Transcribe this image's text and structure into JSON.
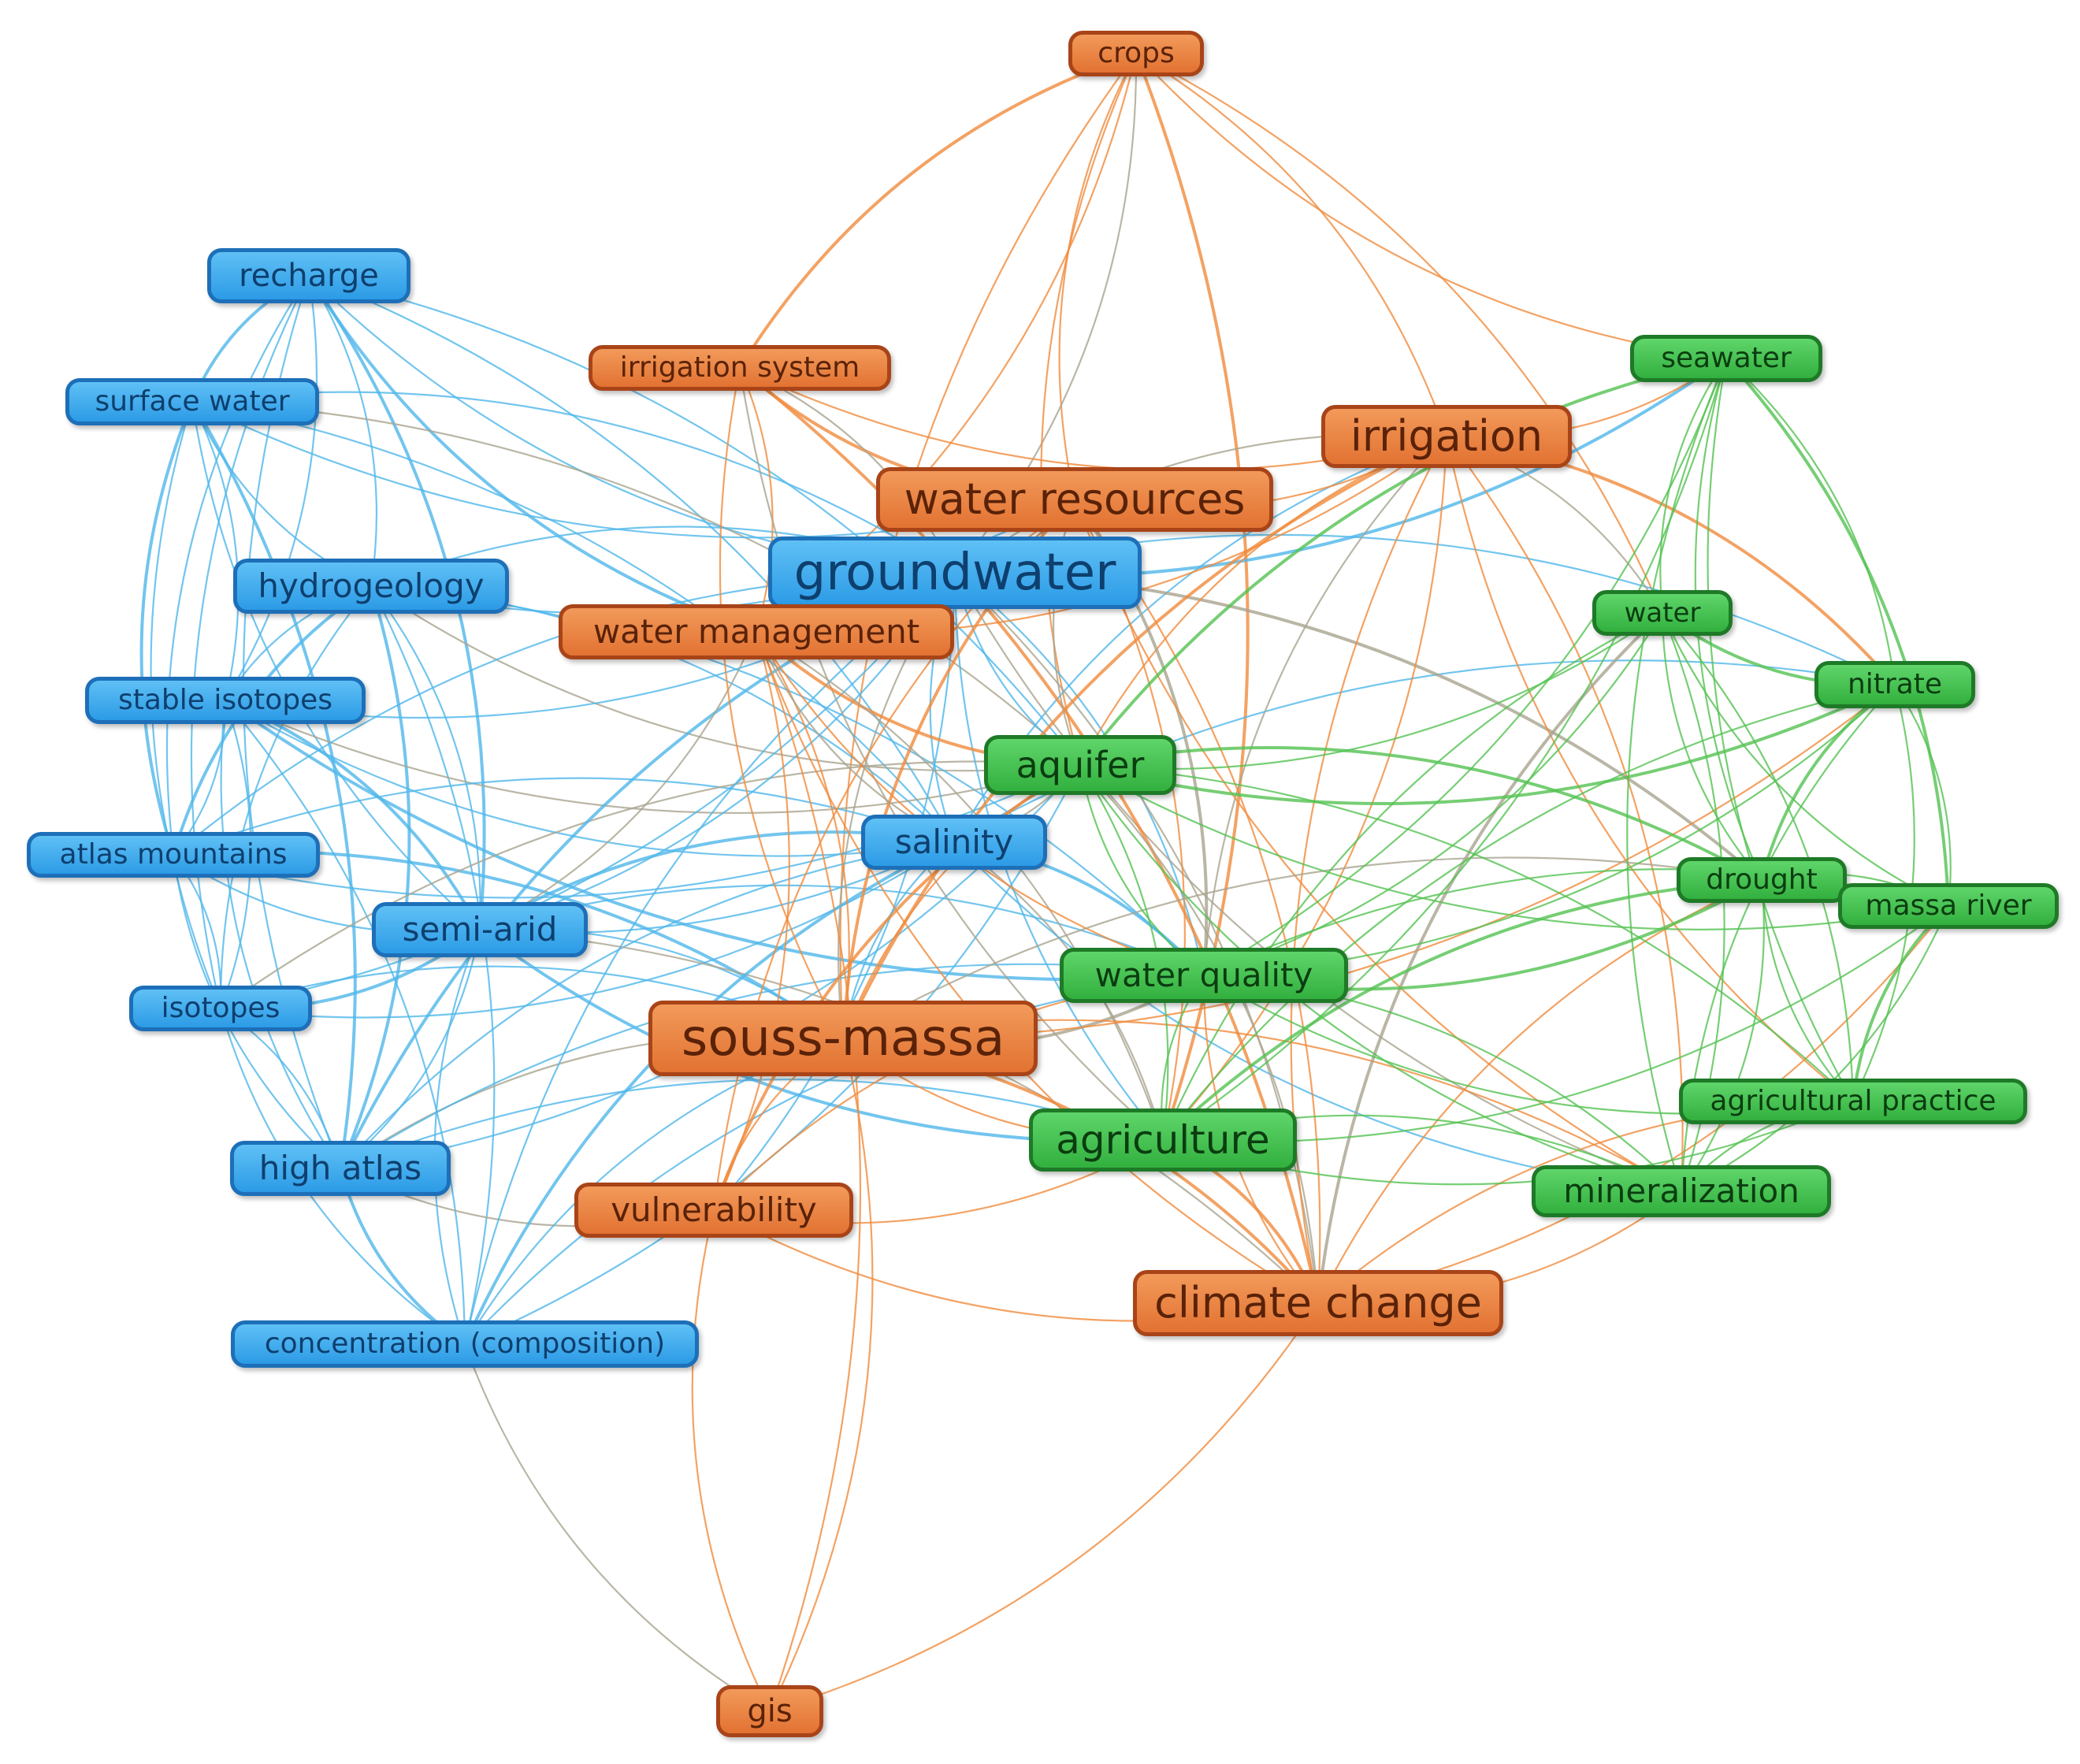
{
  "colors": {
    "blue": "#3aabef",
    "orange": "#ef8641",
    "green": "#47c651",
    "edge_blue": "#4fb7ea",
    "edge_orange": "#f08b3c",
    "edge_green": "#54c251",
    "edge_mixed": "#a9a48f"
  },
  "nodes": [
    {
      "id": "crops",
      "label": "crops",
      "cluster": "orange"
    },
    {
      "id": "recharge",
      "label": "recharge",
      "cluster": "blue"
    },
    {
      "id": "irrigation_system",
      "label": "irrigation system",
      "cluster": "orange"
    },
    {
      "id": "seawater",
      "label": "seawater",
      "cluster": "green"
    },
    {
      "id": "surface_water",
      "label": "surface water",
      "cluster": "blue"
    },
    {
      "id": "irrigation",
      "label": "irrigation",
      "cluster": "orange"
    },
    {
      "id": "water_resources",
      "label": "water resources",
      "cluster": "orange"
    },
    {
      "id": "groundwater",
      "label": "groundwater",
      "cluster": "blue"
    },
    {
      "id": "hydrogeology",
      "label": "hydrogeology",
      "cluster": "blue"
    },
    {
      "id": "water",
      "label": "water",
      "cluster": "green"
    },
    {
      "id": "water_management",
      "label": "water management",
      "cluster": "orange"
    },
    {
      "id": "nitrate",
      "label": "nitrate",
      "cluster": "green"
    },
    {
      "id": "stable_isotopes",
      "label": "stable isotopes",
      "cluster": "blue"
    },
    {
      "id": "aquifer",
      "label": "aquifer",
      "cluster": "green"
    },
    {
      "id": "salinity",
      "label": "salinity",
      "cluster": "blue"
    },
    {
      "id": "atlas_mountains",
      "label": "atlas mountains",
      "cluster": "blue"
    },
    {
      "id": "drought",
      "label": "drought",
      "cluster": "green"
    },
    {
      "id": "massa_river",
      "label": "massa river",
      "cluster": "green"
    },
    {
      "id": "semi_arid",
      "label": "semi-arid",
      "cluster": "blue"
    },
    {
      "id": "water_quality",
      "label": "water quality",
      "cluster": "green"
    },
    {
      "id": "isotopes",
      "label": "isotopes",
      "cluster": "blue"
    },
    {
      "id": "souss_massa",
      "label": "souss-massa",
      "cluster": "orange"
    },
    {
      "id": "agricultural_practice",
      "label": "agricultural practice",
      "cluster": "green"
    },
    {
      "id": "agriculture",
      "label": "agriculture",
      "cluster": "green"
    },
    {
      "id": "high_atlas",
      "label": "high atlas",
      "cluster": "blue"
    },
    {
      "id": "mineralization",
      "label": "mineralization",
      "cluster": "green"
    },
    {
      "id": "vulnerability",
      "label": "vulnerability",
      "cluster": "orange"
    },
    {
      "id": "climate_change",
      "label": "climate change",
      "cluster": "orange"
    },
    {
      "id": "concentration",
      "label": "concentration (composition)",
      "cluster": "blue"
    },
    {
      "id": "gis",
      "label": "gis",
      "cluster": "orange"
    }
  ],
  "edges": [
    [
      "crops",
      "irrigation_system"
    ],
    [
      "crops",
      "irrigation"
    ],
    [
      "crops",
      "water_resources"
    ],
    [
      "crops",
      "groundwater"
    ],
    [
      "crops",
      "seawater"
    ],
    [
      "crops",
      "agriculture"
    ],
    [
      "crops",
      "souss_massa"
    ],
    [
      "crops",
      "water"
    ],
    [
      "crops",
      "aquifer"
    ],
    [
      "crops",
      "water_management"
    ],
    [
      "recharge",
      "surface_water"
    ],
    [
      "recharge",
      "hydrogeology"
    ],
    [
      "recharge",
      "groundwater"
    ],
    [
      "recharge",
      "stable_isotopes"
    ],
    [
      "recharge",
      "isotopes"
    ],
    [
      "recharge",
      "semi_arid"
    ],
    [
      "recharge",
      "high_atlas"
    ],
    [
      "recharge",
      "salinity"
    ],
    [
      "recharge",
      "atlas_mountains"
    ],
    [
      "recharge",
      "aquifer"
    ],
    [
      "recharge",
      "water_management"
    ],
    [
      "surface_water",
      "groundwater"
    ],
    [
      "surface_water",
      "hydrogeology"
    ],
    [
      "surface_water",
      "stable_isotopes"
    ],
    [
      "surface_water",
      "isotopes"
    ],
    [
      "surface_water",
      "high_atlas"
    ],
    [
      "surface_water",
      "semi_arid"
    ],
    [
      "surface_water",
      "aquifer"
    ],
    [
      "surface_water",
      "water_resources"
    ],
    [
      "surface_water",
      "salinity"
    ],
    [
      "surface_water",
      "atlas_mountains"
    ],
    [
      "hydrogeology",
      "groundwater"
    ],
    [
      "hydrogeology",
      "stable_isotopes"
    ],
    [
      "hydrogeology",
      "semi_arid"
    ],
    [
      "hydrogeology",
      "isotopes"
    ],
    [
      "hydrogeology",
      "high_atlas"
    ],
    [
      "hydrogeology",
      "aquifer"
    ],
    [
      "hydrogeology",
      "salinity"
    ],
    [
      "hydrogeology",
      "water_resources"
    ],
    [
      "hydrogeology",
      "concentration"
    ],
    [
      "hydrogeology",
      "atlas_mountains"
    ],
    [
      "hydrogeology",
      "water_quality"
    ],
    [
      "stable_isotopes",
      "groundwater"
    ],
    [
      "stable_isotopes",
      "isotopes"
    ],
    [
      "stable_isotopes",
      "high_atlas"
    ],
    [
      "stable_isotopes",
      "semi_arid"
    ],
    [
      "stable_isotopes",
      "salinity"
    ],
    [
      "stable_isotopes",
      "atlas_mountains"
    ],
    [
      "stable_isotopes",
      "aquifer"
    ],
    [
      "stable_isotopes",
      "concentration"
    ],
    [
      "stable_isotopes",
      "water_quality"
    ],
    [
      "atlas_mountains",
      "groundwater"
    ],
    [
      "atlas_mountains",
      "high_atlas"
    ],
    [
      "atlas_mountains",
      "isotopes"
    ],
    [
      "atlas_mountains",
      "semi_arid"
    ],
    [
      "atlas_mountains",
      "souss_massa"
    ],
    [
      "atlas_mountains",
      "aquifer"
    ],
    [
      "atlas_mountains",
      "salinity"
    ],
    [
      "isotopes",
      "groundwater"
    ],
    [
      "isotopes",
      "high_atlas"
    ],
    [
      "isotopes",
      "semi_arid"
    ],
    [
      "isotopes",
      "souss_massa"
    ],
    [
      "isotopes",
      "salinity"
    ],
    [
      "isotopes",
      "aquifer"
    ],
    [
      "isotopes",
      "concentration"
    ],
    [
      "high_atlas",
      "groundwater"
    ],
    [
      "high_atlas",
      "semi_arid"
    ],
    [
      "high_atlas",
      "salinity"
    ],
    [
      "high_atlas",
      "aquifer"
    ],
    [
      "high_atlas",
      "souss_massa"
    ],
    [
      "high_atlas",
      "concentration"
    ],
    [
      "high_atlas",
      "water_quality"
    ],
    [
      "high_atlas",
      "vulnerability"
    ],
    [
      "high_atlas",
      "agriculture"
    ],
    [
      "semi_arid",
      "groundwater"
    ],
    [
      "semi_arid",
      "salinity"
    ],
    [
      "semi_arid",
      "aquifer"
    ],
    [
      "semi_arid",
      "souss_massa"
    ],
    [
      "semi_arid",
      "water_management"
    ],
    [
      "semi_arid",
      "water_quality"
    ],
    [
      "semi_arid",
      "agriculture"
    ],
    [
      "semi_arid",
      "climate_change"
    ],
    [
      "semi_arid",
      "concentration"
    ],
    [
      "salinity",
      "groundwater"
    ],
    [
      "salinity",
      "aquifer"
    ],
    [
      "salinity",
      "water_quality"
    ],
    [
      "salinity",
      "souss_massa"
    ],
    [
      "salinity",
      "agriculture"
    ],
    [
      "salinity",
      "mineralization"
    ],
    [
      "salinity",
      "nitrate"
    ],
    [
      "salinity",
      "concentration"
    ],
    [
      "salinity",
      "irrigation"
    ],
    [
      "groundwater",
      "water_resources"
    ],
    [
      "groundwater",
      "irrigation"
    ],
    [
      "groundwater",
      "aquifer"
    ],
    [
      "groundwater",
      "water_management"
    ],
    [
      "groundwater",
      "souss_massa"
    ],
    [
      "groundwater",
      "water_quality"
    ],
    [
      "groundwater",
      "agriculture"
    ],
    [
      "groundwater",
      "climate_change"
    ],
    [
      "groundwater",
      "seawater"
    ],
    [
      "groundwater",
      "nitrate"
    ],
    [
      "groundwater",
      "mineralization"
    ],
    [
      "groundwater",
      "vulnerability"
    ],
    [
      "groundwater",
      "concentration"
    ],
    [
      "groundwater",
      "drought"
    ],
    [
      "concentration",
      "aquifer"
    ],
    [
      "concentration",
      "water_quality"
    ],
    [
      "concentration",
      "gis"
    ],
    [
      "concentration",
      "souss_massa"
    ],
    [
      "irrigation_system",
      "water_resources"
    ],
    [
      "irrigation_system",
      "groundwater"
    ],
    [
      "irrigation_system",
      "souss_massa"
    ],
    [
      "irrigation_system",
      "water_management"
    ],
    [
      "irrigation_system",
      "agriculture"
    ],
    [
      "irrigation_system",
      "climate_change"
    ],
    [
      "irrigation_system",
      "irrigation"
    ],
    [
      "irrigation",
      "water_resources"
    ],
    [
      "irrigation",
      "aquifer"
    ],
    [
      "irrigation",
      "agriculture"
    ],
    [
      "irrigation",
      "souss_massa"
    ],
    [
      "irrigation",
      "water_management"
    ],
    [
      "irrigation",
      "climate_change"
    ],
    [
      "irrigation",
      "water"
    ],
    [
      "irrigation",
      "seawater"
    ],
    [
      "irrigation",
      "nitrate"
    ],
    [
      "irrigation",
      "water_quality"
    ],
    [
      "irrigation",
      "mineralization"
    ],
    [
      "irrigation",
      "agricultural_practice"
    ],
    [
      "water_resources",
      "water_management"
    ],
    [
      "water_resources",
      "souss_massa"
    ],
    [
      "water_resources",
      "climate_change"
    ],
    [
      "water_resources",
      "aquifer"
    ],
    [
      "water_resources",
      "agriculture"
    ],
    [
      "water_resources",
      "vulnerability"
    ],
    [
      "water_resources",
      "water_quality"
    ],
    [
      "water_resources",
      "mineralization"
    ],
    [
      "water_management",
      "souss_massa"
    ],
    [
      "water_management",
      "climate_change"
    ],
    [
      "water_management",
      "vulnerability"
    ],
    [
      "water_management",
      "aquifer"
    ],
    [
      "water_management",
      "agriculture"
    ],
    [
      "water_management",
      "water_quality"
    ],
    [
      "water_management",
      "gis"
    ],
    [
      "water_management",
      "salinity"
    ],
    [
      "souss_massa",
      "climate_change"
    ],
    [
      "souss_massa",
      "vulnerability"
    ],
    [
      "souss_massa",
      "gis"
    ],
    [
      "souss_massa",
      "agriculture"
    ],
    [
      "souss_massa",
      "aquifer"
    ],
    [
      "souss_massa",
      "water_quality"
    ],
    [
      "souss_massa",
      "mineralization"
    ],
    [
      "souss_massa",
      "nitrate"
    ],
    [
      "souss_massa",
      "drought"
    ],
    [
      "vulnerability",
      "gis"
    ],
    [
      "vulnerability",
      "aquifer"
    ],
    [
      "vulnerability",
      "climate_change"
    ],
    [
      "vulnerability",
      "water_quality"
    ],
    [
      "vulnerability",
      "agriculture"
    ],
    [
      "climate_change",
      "gis"
    ],
    [
      "climate_change",
      "agriculture"
    ],
    [
      "climate_change",
      "water_quality"
    ],
    [
      "climate_change",
      "aquifer"
    ],
    [
      "climate_change",
      "drought"
    ],
    [
      "climate_change",
      "mineralization"
    ],
    [
      "climate_change",
      "water"
    ],
    [
      "climate_change",
      "massa_river"
    ],
    [
      "climate_change",
      "agricultural_practice"
    ],
    [
      "seawater",
      "water"
    ],
    [
      "seawater",
      "nitrate"
    ],
    [
      "seawater",
      "aquifer"
    ],
    [
      "seawater",
      "agriculture"
    ],
    [
      "seawater",
      "mineralization"
    ],
    [
      "seawater",
      "water_quality"
    ],
    [
      "seawater",
      "drought"
    ],
    [
      "seawater",
      "massa_river"
    ],
    [
      "seawater",
      "agricultural_practice"
    ],
    [
      "water",
      "aquifer"
    ],
    [
      "water",
      "agriculture"
    ],
    [
      "water",
      "water_quality"
    ],
    [
      "water",
      "nitrate"
    ],
    [
      "water",
      "mineralization"
    ],
    [
      "water",
      "drought"
    ],
    [
      "water",
      "agricultural_practice"
    ],
    [
      "water",
      "massa_river"
    ],
    [
      "nitrate",
      "aquifer"
    ],
    [
      "nitrate",
      "agriculture"
    ],
    [
      "nitrate",
      "water_quality"
    ],
    [
      "nitrate",
      "mineralization"
    ],
    [
      "nitrate",
      "agricultural_practice"
    ],
    [
      "nitrate",
      "drought"
    ],
    [
      "nitrate",
      "massa_river"
    ],
    [
      "aquifer",
      "water_quality"
    ],
    [
      "aquifer",
      "agriculture"
    ],
    [
      "aquifer",
      "mineralization"
    ],
    [
      "aquifer",
      "drought"
    ],
    [
      "aquifer",
      "massa_river"
    ],
    [
      "aquifer",
      "agricultural_practice"
    ],
    [
      "water_quality",
      "agriculture"
    ],
    [
      "water_quality",
      "mineralization"
    ],
    [
      "water_quality",
      "drought"
    ],
    [
      "water_quality",
      "massa_river"
    ],
    [
      "water_quality",
      "agricultural_practice"
    ],
    [
      "agriculture",
      "mineralization"
    ],
    [
      "agriculture",
      "agricultural_practice"
    ],
    [
      "agriculture",
      "drought"
    ],
    [
      "agriculture",
      "massa_river"
    ],
    [
      "drought",
      "massa_river"
    ],
    [
      "drought",
      "agricultural_practice"
    ],
    [
      "drought",
      "mineralization"
    ],
    [
      "massa_river",
      "agricultural_practice"
    ],
    [
      "massa_river",
      "mineralization"
    ],
    [
      "agricultural_practice",
      "mineralization"
    ]
  ]
}
